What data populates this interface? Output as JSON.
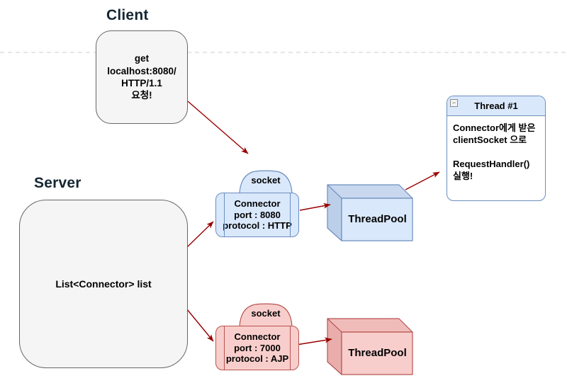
{
  "client": {
    "title": "Client",
    "request_box": "get\nlocalhost:8080/\nHTTP/1.1\n요청!"
  },
  "server": {
    "title": "Server",
    "box_label": "List<Connector> list"
  },
  "connectors": [
    {
      "label": "Connector\nport : 8080\nprotocol : HTTP",
      "socket_label": "socket"
    },
    {
      "label": "Connector\nport : 7000\nprotocol : AJP",
      "socket_label": "socket"
    }
  ],
  "threadpools": [
    {
      "label": "ThreadPool"
    },
    {
      "label": "ThreadPool"
    }
  ],
  "thread_card": {
    "title": "Thread #1",
    "body": "Connector에게 받은\nclientSocket 으로\n\nRequestHandler()\n실행!",
    "collapse_icon_glyph": "−"
  },
  "colors": {
    "arrow": "#990000",
    "blue_fill": "#dae8fc",
    "blue_border": "#6c8ebf",
    "red_fill": "#f8cecc",
    "red_border": "#b85450",
    "gray_fill": "#f5f5f5",
    "gray_border": "#666666",
    "dashed_rule": "#cccccc"
  }
}
